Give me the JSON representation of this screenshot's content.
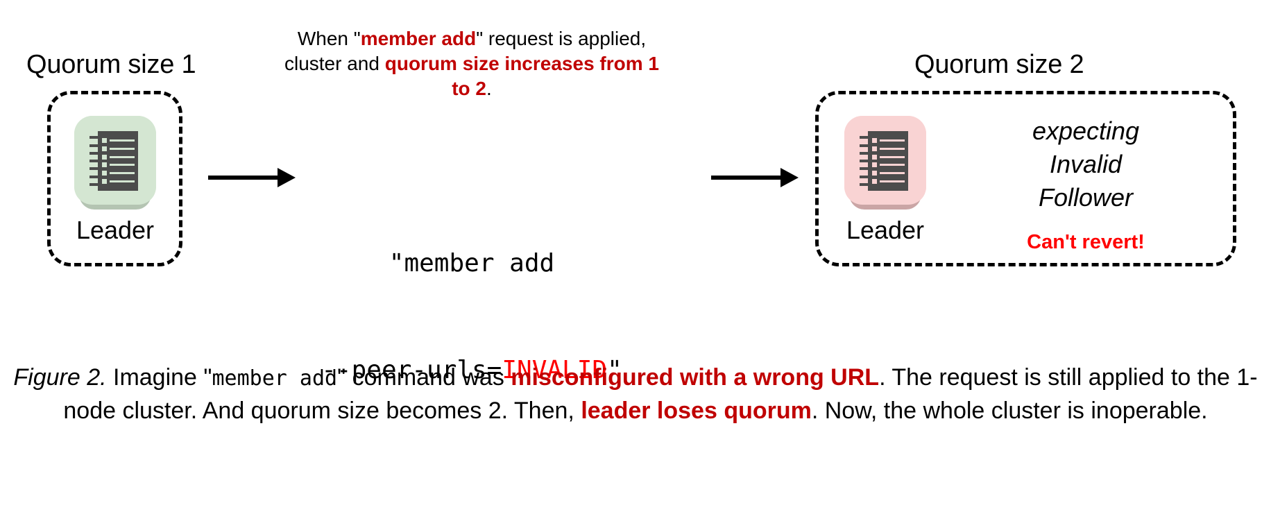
{
  "figure": {
    "colors": {
      "accent_red": "#c00000",
      "bright_red": "#ff0000",
      "leader_ok_bg": "#d4e6d2",
      "leader_bad_bg": "#f9d3d3",
      "rack_fill": "#4c4c4c",
      "background": "#ffffff"
    },
    "left_cluster": {
      "title": "Quorum size 1",
      "node_label": "Leader",
      "node_state": "healthy"
    },
    "right_cluster": {
      "title": "Quorum size 2",
      "node_label": "Leader",
      "node_state": "degraded",
      "status_lines": [
        "expecting",
        "Invalid",
        "Follower"
      ],
      "alert": "Can't revert!"
    },
    "note": {
      "line1_prefix": "When \"",
      "line1_strong": "member add",
      "line1_suffix": "\" request is applied,",
      "line2_prefix": "cluster and ",
      "line2_strong": "quorum size increases",
      "line3_strong": "from 1 to 2",
      "line3_suffix": "."
    },
    "command": {
      "line1": "\"member add",
      "line2_prefix": "--peer-urls=",
      "line2_invalid": "INVALID",
      "line2_suffix": "\""
    },
    "arrows": {
      "left_arrow_name": "flow-arrow-left",
      "right_arrow_name": "flow-arrow-right"
    },
    "caption": {
      "label": "Figure 2.",
      "t1": " Imagine \"",
      "mono1": "member add",
      "t2": "\" command was ",
      "strong1": "misconfigured with a wrong URL",
      "t3": ". The request is still applied to the 1-node cluster. And quorum size becomes 2. Then, ",
      "strong2": "leader loses quorum",
      "t4": ". Now, the whole cluster is inoperable."
    }
  }
}
